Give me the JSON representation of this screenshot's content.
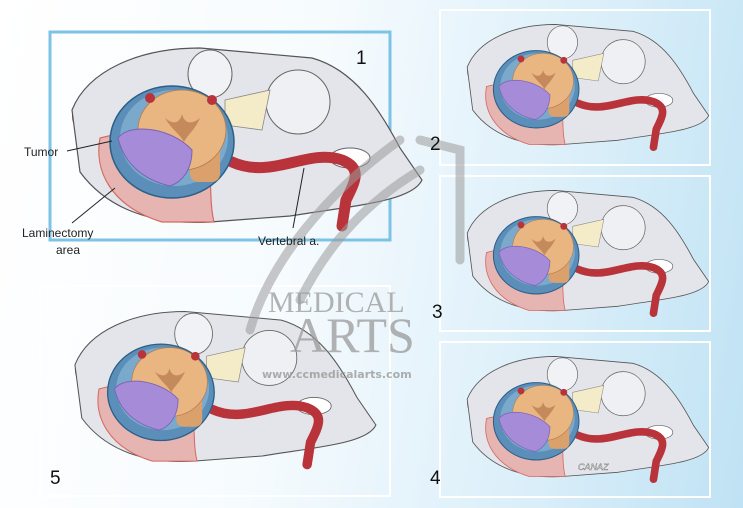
{
  "labels": {
    "tumor": "Tumor",
    "laminectomy_line1": "Laminectomy",
    "laminectomy_line2": "area",
    "vertebral": "Vertebral a."
  },
  "panels": [
    "1",
    "2",
    "3",
    "4",
    "5"
  ],
  "watermark": {
    "line1": "MEDICAL",
    "line2": "ARTS",
    "url": "www.ccmedicalarts.com",
    "signature": "CANAZ"
  },
  "colors": {
    "frame": "#7cc3e6",
    "bone": "#e3e5ea",
    "tumor": "#a58bd8",
    "cord": "#e9b581",
    "dura": "#5b8fba",
    "artery": "#b8333a",
    "laminectomy": "#e6b4b1"
  }
}
